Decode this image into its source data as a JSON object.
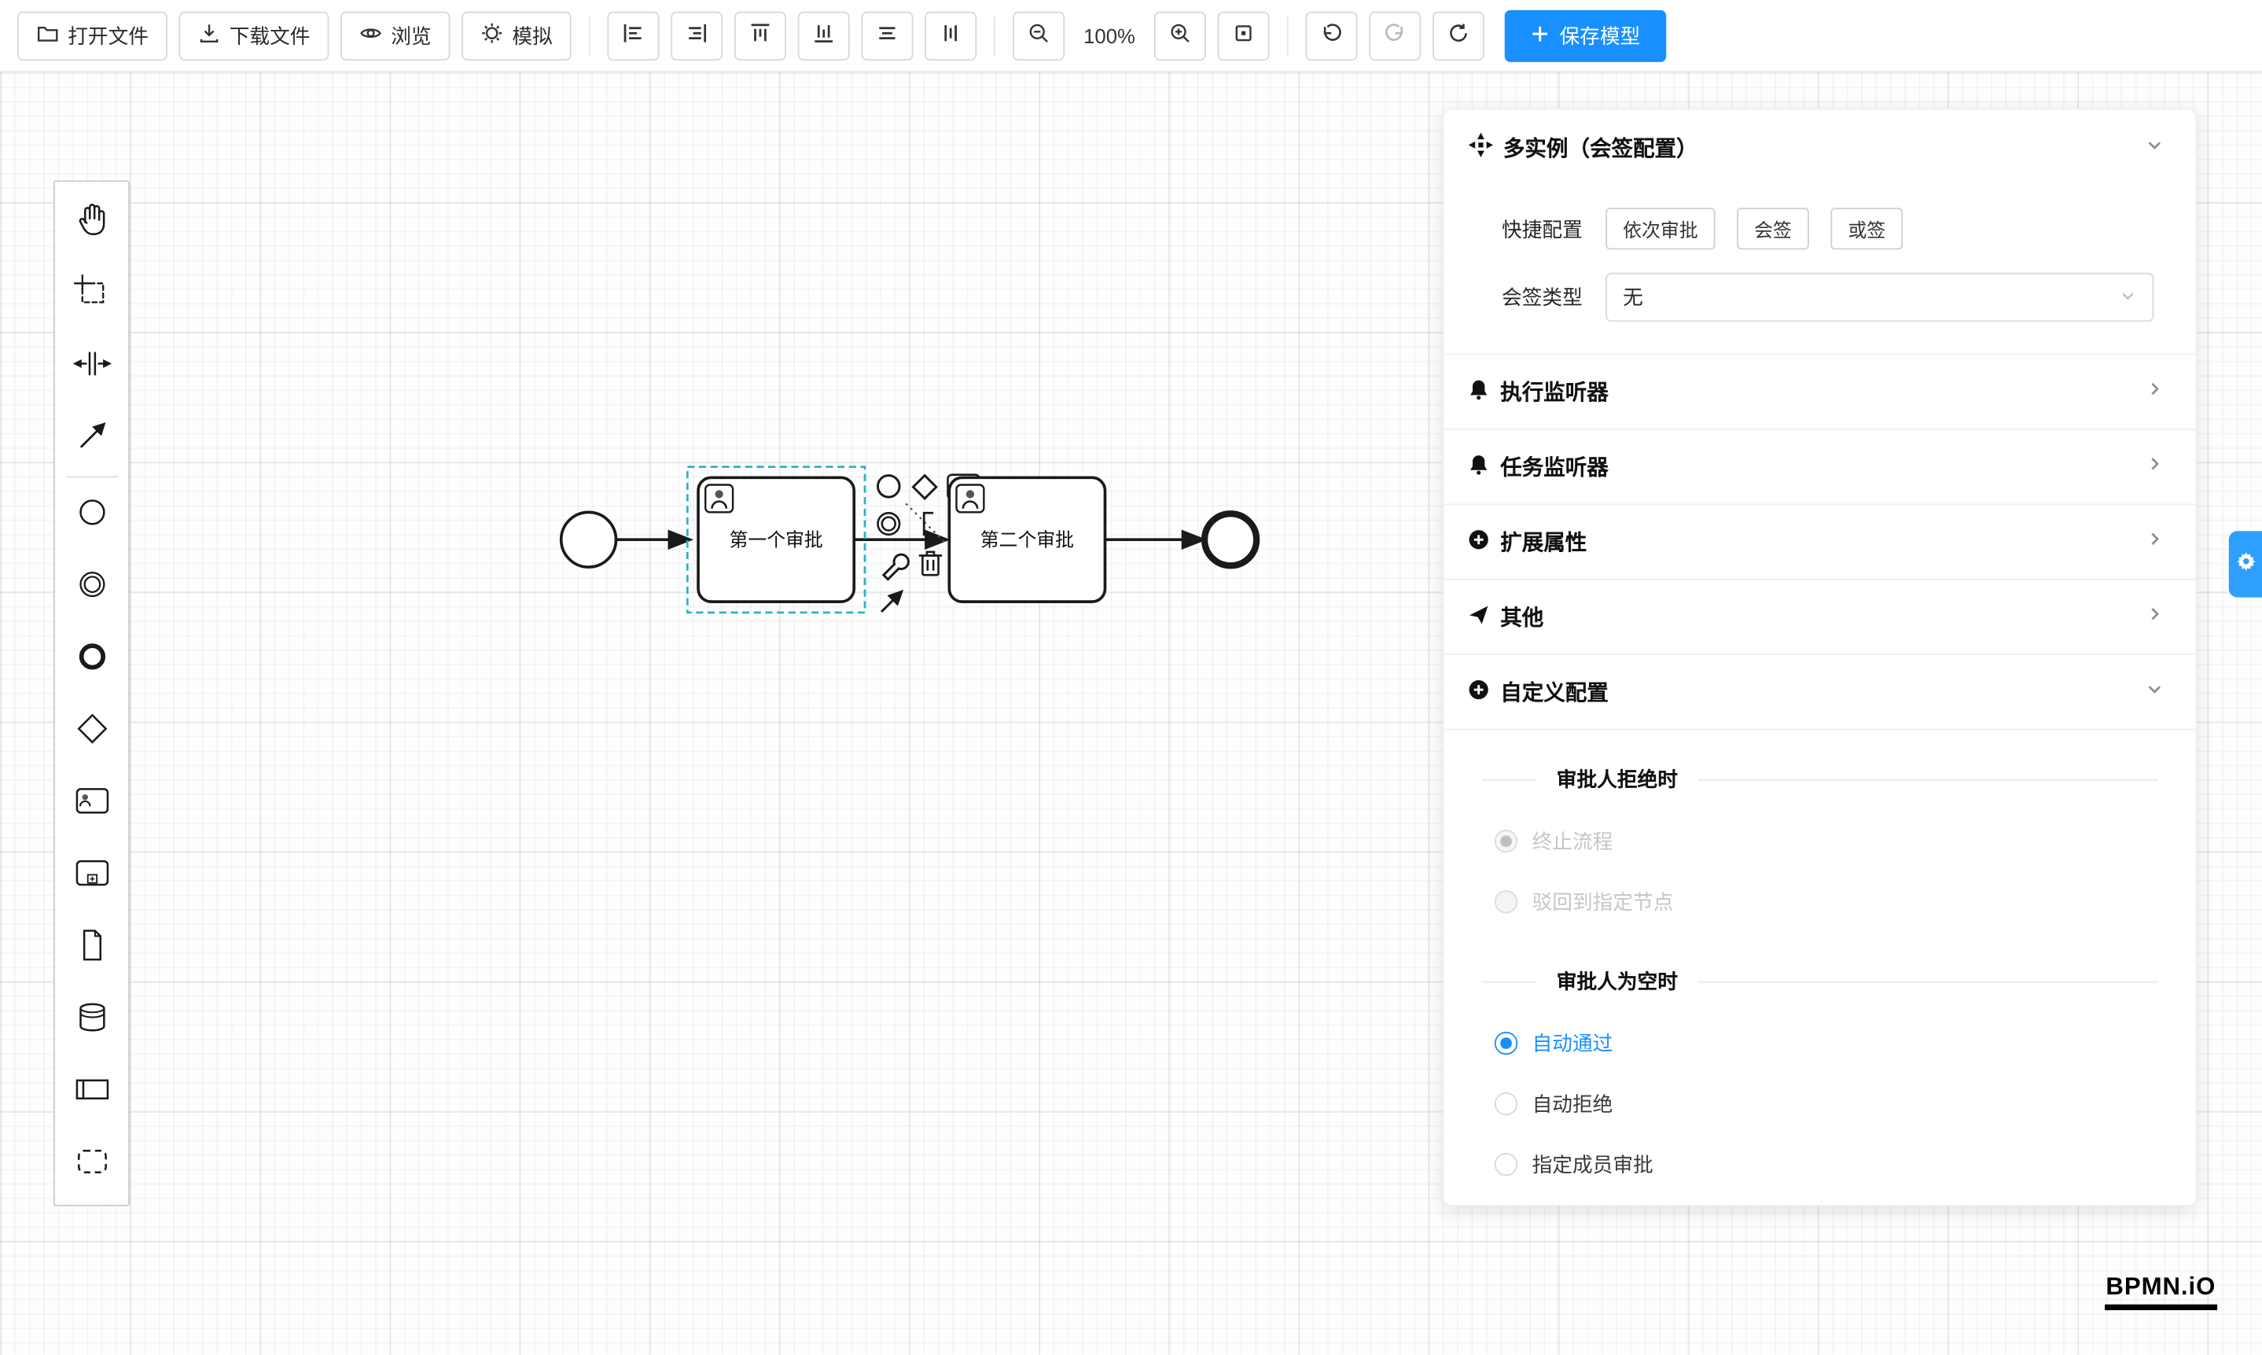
{
  "toolbar": {
    "open_file": "打开文件",
    "download_file": "下载文件",
    "preview": "浏览",
    "simulate": "模拟",
    "zoom_level": "100%",
    "save_model": "保存模型"
  },
  "canvas": {
    "task1_label": "第一个审批",
    "task2_label": "第二个审批"
  },
  "panel": {
    "title": "多实例（会签配置）",
    "quick_label": "快捷配置",
    "quick_buttons": [
      {
        "label": "依次审批"
      },
      {
        "label": "会签"
      },
      {
        "label": "或签"
      }
    ],
    "sign_type_label": "会签类型",
    "sign_type_value": "无",
    "sections": [
      {
        "label": "执行监听器",
        "icon": "bell-icon"
      },
      {
        "label": "任务监听器",
        "icon": "bell-icon"
      },
      {
        "label": "扩展属性",
        "icon": "plus-circle-icon"
      },
      {
        "label": "其他",
        "icon": "send-icon"
      },
      {
        "label": "自定义配置",
        "icon": "plus-circle-icon"
      }
    ],
    "reject_group": {
      "title": "审批人拒绝时",
      "options": [
        {
          "label": "终止流程",
          "checked": true,
          "disabled": true
        },
        {
          "label": "驳回到指定节点",
          "checked": false,
          "disabled": true
        }
      ]
    },
    "empty_group": {
      "title": "审批人为空时",
      "options": [
        {
          "label": "自动通过",
          "checked": true
        },
        {
          "label": "自动拒绝",
          "checked": false
        },
        {
          "label": "指定成员审批",
          "checked": false
        }
      ]
    }
  },
  "logo": {
    "text": "BPMN.iO"
  },
  "colors": {
    "accent": "#1890ff",
    "selection": "#2bb3c9",
    "disabled_text": "#c6c6c6",
    "stroke": "#1a1a1a"
  },
  "icons": {
    "toolbar": [
      "folder-icon",
      "download-icon",
      "eye-icon",
      "simulate-icon",
      "align-left-icon",
      "align-right-icon",
      "align-top-icon",
      "align-bottom-icon",
      "align-center-horizontal-icon",
      "align-center-vertical-icon",
      "zoom-out-icon",
      "zoom-in-icon",
      "fit-view-icon",
      "undo-icon",
      "redo-icon",
      "refresh-icon",
      "plus-icon"
    ],
    "palette": [
      "hand-tool-icon",
      "lasso-tool-icon",
      "space-tool-icon",
      "connect-tool-icon",
      "start-event-icon",
      "intermediate-event-icon",
      "end-event-icon",
      "gateway-icon",
      "user-task-icon",
      "subprocess-icon",
      "document-icon",
      "datastore-icon",
      "pool-icon",
      "group-icon"
    ],
    "panel": [
      "multi-instance-icon",
      "bell-icon",
      "plus-circle-icon",
      "send-icon",
      "chevron-down-icon",
      "chevron-right-icon",
      "gear-icon"
    ]
  }
}
